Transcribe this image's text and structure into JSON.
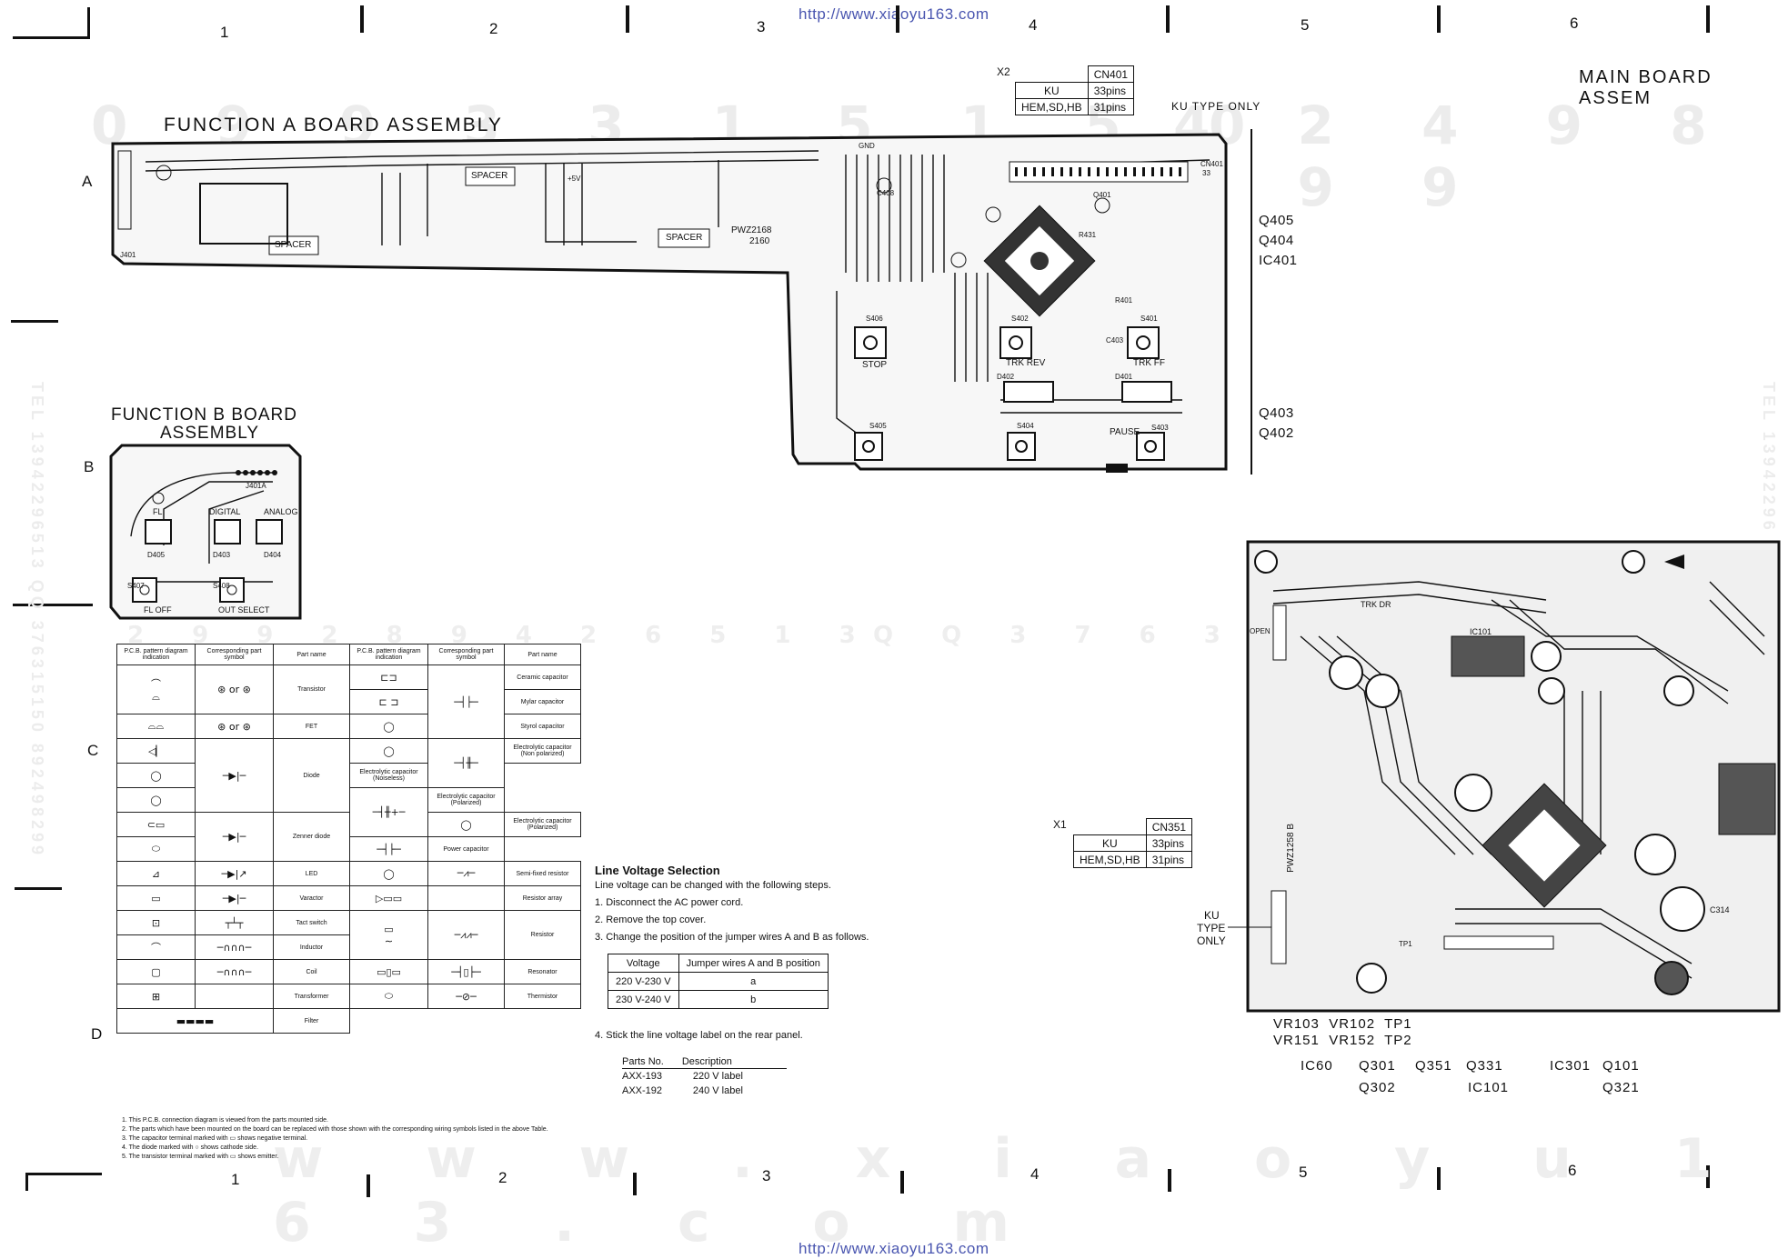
{
  "source_url": "http://www.xiaoyu163.com",
  "zones_top": [
    "1",
    "2",
    "3",
    "4",
    "5",
    "6"
  ],
  "zones_bottom": [
    "1",
    "2",
    "3",
    "4",
    "5",
    "6"
  ],
  "rows": [
    "A",
    "B",
    "C",
    "D"
  ],
  "watermarks": {
    "top_numbers": "0 9 9 3 3 1 5 1 5 0",
    "top_right_numbers": "4 2 4 9 8 2 9 9",
    "mid_left": "2 9 9 2 8 9 4 2 6 5 1 3",
    "mid_right": "Q Q   3 7 6 3 1 5 1",
    "bottom": "w w w . x i a o y u 1 6 3 . c o m",
    "side_left": "TEL 13942296513  QQ 376315150  892498299",
    "side_right": "TEL 13942296"
  },
  "function_a": {
    "title": "FUNCTION A BOARD ASSEMBLY",
    "cn_table": {
      "marker": "X2",
      "header": "CN401",
      "rows": [
        [
          "KU",
          "33pins"
        ],
        [
          "HEM,SD,HB",
          "31pins"
        ]
      ]
    },
    "ku_note": "KU TYPE ONLY",
    "x2_mark": "X2",
    "refs_right": [
      "Q405",
      "Q404",
      "IC401",
      "Q403",
      "Q402"
    ],
    "pcb_labels": {
      "spacer1": "SPACER",
      "spacer2": "SPACER",
      "spacer3": "SPACER",
      "part_no": "PWZ2168",
      "part_no_sub": "2160",
      "stop": "STOP",
      "trk_rev": "TRK REV",
      "trk_ff": "TRK FF",
      "pause": "PAUSE",
      "cn401": "CN401",
      "cn401_pin": "33",
      "gnd": "GND",
      "v5": "+5V",
      "j401": "J401",
      "q401": "Q401",
      "d402": "D402",
      "d401": "D401",
      "s402": "S402",
      "s401": "S401",
      "s403": "S403",
      "s404": "S404",
      "s405": "S405",
      "s406": "S406",
      "c403": "C403",
      "c408": "C408",
      "r431": "R431",
      "r401": "R401"
    }
  },
  "function_b": {
    "title_line1": "FUNCTION B BOARD",
    "title_line2": "ASSEMBLY",
    "pcb_labels": {
      "j401a": "J401A",
      "fl": "FL",
      "digital": "DIGITAL",
      "analog": "ANALOG",
      "d405": "D405",
      "d403": "D403",
      "d404": "D404",
      "s407": "S407",
      "s408": "S408",
      "fl_off": "FL OFF",
      "out_select": "OUT SELECT"
    }
  },
  "main_board": {
    "title": "MAIN BOARD ASSEM",
    "cn_table": {
      "marker": "X1",
      "header": "CN351",
      "rows": [
        [
          "KU",
          "33pins"
        ],
        [
          "HEM,SD,HB",
          "31pins"
        ]
      ]
    },
    "ku_note": [
      "KU",
      "TYPE",
      "ONLY"
    ],
    "ref_row1": "VR103  VR102  TP1",
    "ref_row2": "VR151  VR152  TP2",
    "ref_row3": [
      "IC60",
      "Q301",
      "Q351",
      "Q331",
      "IC301",
      "Q101"
    ],
    "ref_row4": [
      "Q302",
      "IC101",
      "Q321"
    ],
    "pcb_labels": {
      "ic101": "IC101",
      "trk_dr": "TRK DR",
      "open": "OPEN",
      "c314": "C314",
      "pwz": "PWZ1258 B",
      "tp1": "TP1"
    }
  },
  "legend": {
    "headers": [
      "P.C.B. pattern diagram indication",
      "Corresponding part symbol",
      "Part name",
      "P.C.B. pattern diagram indication",
      "Corresponding part symbol",
      "Part name"
    ],
    "left_parts": [
      "Transistor",
      "FET",
      "Diode",
      "Zenner diode",
      "LED",
      "Varactor",
      "Tact switch",
      "Inductor",
      "Coil",
      "Transformer",
      "Filter"
    ],
    "right_parts": [
      "Ceramic capacitor",
      "Mylar capacitor",
      "Styrol capacitor",
      "Electrolytic capacitor (Non polarized)",
      "Electrolytic capacitor (Noiseless)",
      "Electrolytic capacitor (Polarized)",
      "Electrolytic capacitor (Polarized)",
      "Power capacitor",
      "Semi-fixed resistor",
      "Resistor array",
      "Resistor",
      "Resonator",
      "Thermistor"
    ],
    "or": "or",
    "notes": [
      "1. This P.C.B. connection diagram is viewed from the parts mounted side.",
      "2. The parts which have been mounted on the board can be replaced with those shown with the corresponding wiring symbols listed in the above Table.",
      "3. The capacitor terminal marked with ▭ shows negative terminal.",
      "4. The diode marked with ○ shows cathode side.",
      "5. The transistor terminal marked with ▭ shows emitter."
    ]
  },
  "line_voltage": {
    "heading": "Line Voltage Selection",
    "intro": "Line voltage can be changed with the following steps.",
    "steps": [
      "1. Disconnect the AC power cord.",
      "2. Remove the top cover.",
      "3. Change the position of the jumper wires A and B as follows."
    ],
    "table_headers": [
      "Voltage",
      "Jumper wires A and B position"
    ],
    "table_rows": [
      [
        "220 V-230 V",
        "a"
      ],
      [
        "230 V-240 V",
        "b"
      ]
    ],
    "step4": "4. Stick the line voltage label on the rear panel.",
    "parts_headers": [
      "Parts No.",
      "Description"
    ],
    "parts_rows": [
      [
        "AXX-193",
        "220 V label"
      ],
      [
        "AXX-192",
        "240 V label"
      ]
    ]
  }
}
